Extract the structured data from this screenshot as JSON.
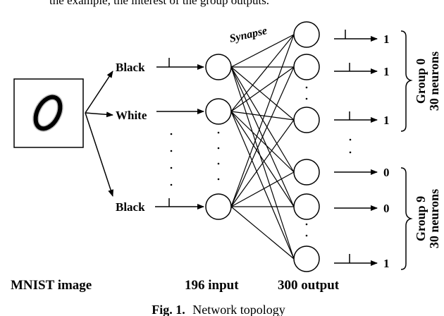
{
  "top_text": "the example, the interest of the group outputs.",
  "mnist_label": "MNIST image",
  "input_colors": [
    "Black",
    "White",
    "Black"
  ],
  "synapse_label": "Synapse",
  "input_count_label": "196 input",
  "output_count_label": "300 output",
  "outputs": [
    "1",
    "1",
    "1",
    "0",
    "0",
    "1"
  ],
  "groups": [
    {
      "name": "Group 0",
      "size": "30 neurons"
    },
    {
      "name": "Group 9",
      "size": "30 neurons"
    }
  ],
  "caption": {
    "prefix": "Fig. 1.",
    "text": "Network topology"
  }
}
